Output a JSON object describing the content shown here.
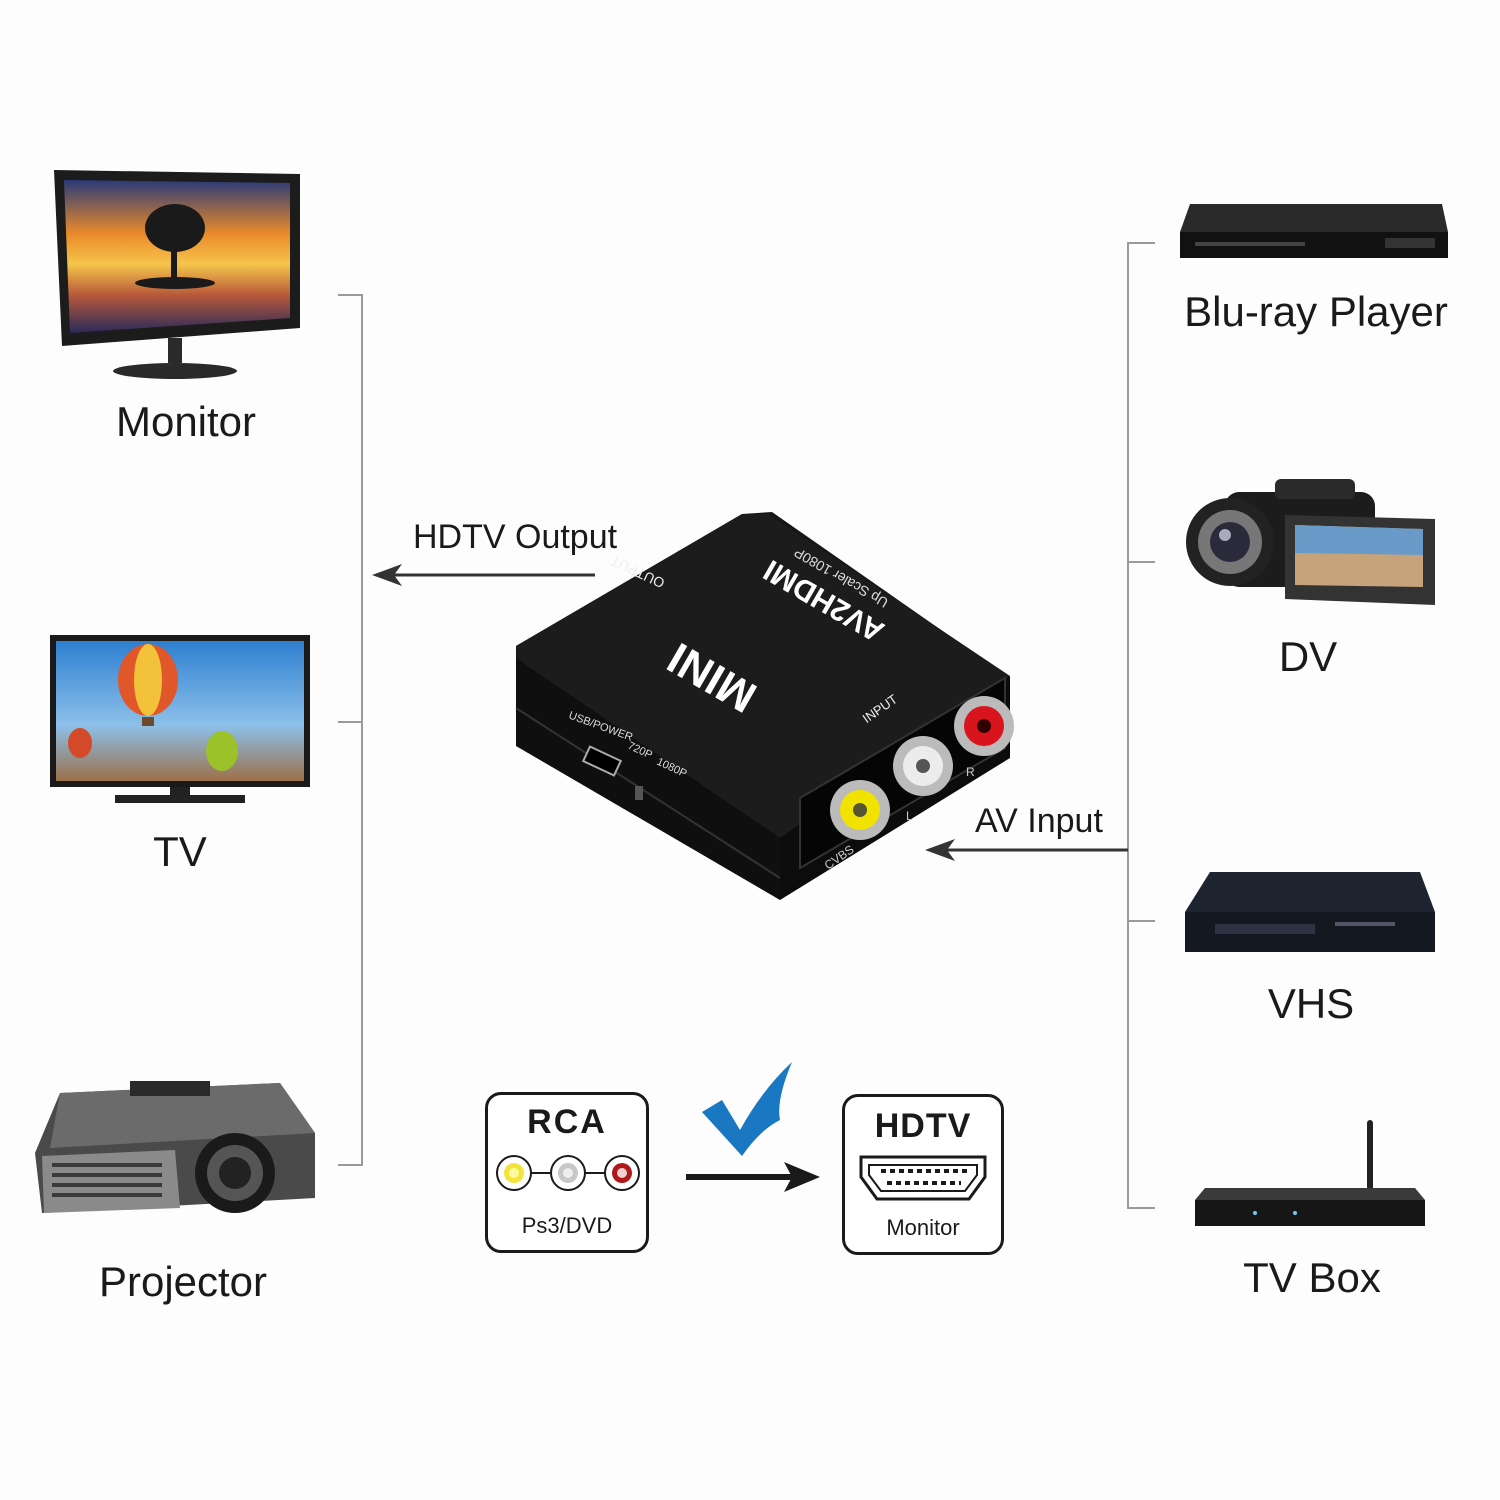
{
  "left_outputs": [
    {
      "label": "Monitor",
      "icon": "monitor-icon"
    },
    {
      "label": "TV",
      "icon": "tv-icon"
    },
    {
      "label": "Projector",
      "icon": "projector-icon"
    }
  ],
  "right_inputs": [
    {
      "label": "Blu-ray Player",
      "icon": "bluray-player-icon"
    },
    {
      "label": "DV",
      "icon": "camcorder-icon"
    },
    {
      "label": "VHS",
      "icon": "vhs-player-icon"
    },
    {
      "label": "TV Box",
      "icon": "tv-box-icon"
    }
  ],
  "flow": {
    "output_label": "HDTV  Output",
    "input_label": "AV Input"
  },
  "device": {
    "brand": "MINI",
    "model": "AV2HDMI",
    "subtitle": "Up Scaler 1080P",
    "output_port": "OUTPUT",
    "input_port": "INPUT",
    "power_port": "USB/POWER",
    "switch_720": "720P",
    "switch_1080": "1080P",
    "jack_cvbs": "CVBS",
    "jack_l": "L",
    "jack_r": "R",
    "colors": {
      "body": "#141414",
      "yellow": "#f2e200",
      "white": "#e8e8e8",
      "red": "#d8141c"
    }
  },
  "conversion": {
    "source_title": "RCA",
    "source_sub": "Ps3/DVD",
    "target_title": "HDTV",
    "target_sub": "Monitor",
    "check_color": "#1a78c2"
  }
}
